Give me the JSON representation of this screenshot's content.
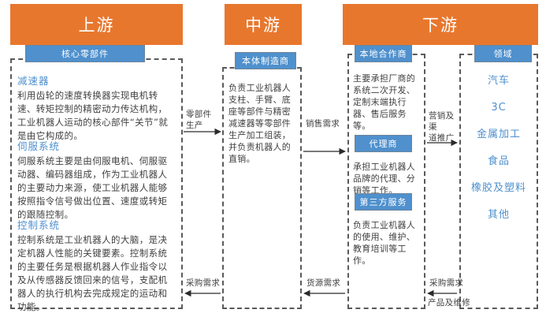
{
  "stages": [
    {
      "id": "upstream",
      "title": "上游"
    },
    {
      "id": "midstream",
      "title": "中游"
    },
    {
      "id": "downstream",
      "title": "下游"
    }
  ],
  "chips": {
    "core_parts": "核心零部件",
    "body_maker": "本体制造商",
    "local_partner": "本地合作商",
    "agent": "代理商",
    "third_party": "第三方服务",
    "domain": "领域"
  },
  "upstream": {
    "sections": [
      {
        "heading": "减速器",
        "body": "利用齿轮的速度转换器实现电机转速、转矩控制的精密动力传达机构，工业机器人运动的核心部件“关节”就是由它构成的。"
      },
      {
        "heading": "伺服系统",
        "body": "伺服系统主要是由伺服电机、伺服驱动器、编码器组成，作为工业机器人的主要动力来源，使工业机器人能够按照指令信号做出位置、速度或转矩的跟随控制。"
      },
      {
        "heading": "控制系统",
        "body": "控制系统是工业机器人的大脑，是决定机器人性能的关键要素。控制系统的主要任务是根据机器人作业指令以及从传感器反馈回来的信号，支配机器人的执行机构去完成规定的运动和功能。"
      }
    ]
  },
  "midstream": {
    "body": "负责工业机器人支柱、手臂、底座等部件与精密减速器等零部件生产加工组装，并负责机器人的直销。"
  },
  "downstream": {
    "local_partner_body": "主要承担厂商的系统二次开发、定制末端执行器、售后服务等。",
    "agent_body": "承担工业机器人品牌的代理、分销等工作。",
    "third_party_body": "负责工业机器人的使用、维护、教育培训等工作。",
    "domains": [
      "汽车",
      "3C",
      "金属加工",
      "食品",
      "橡胶及塑料",
      "其他"
    ]
  },
  "flows": {
    "parts_production": "零部件\n生产",
    "sales_demand": "销售需求",
    "marketing_channel": "营销及渠\n道推广",
    "procurement_demand_left": "采购需求",
    "supply_demand": "货源需求",
    "procurement_demand_right": "采购需求",
    "products_maintenance": "产品及维修"
  },
  "colors": {
    "orange": "#E8772E",
    "blue": "#4F90CD",
    "dashed": "#5a5a5a",
    "text": "#3f3f3f"
  }
}
